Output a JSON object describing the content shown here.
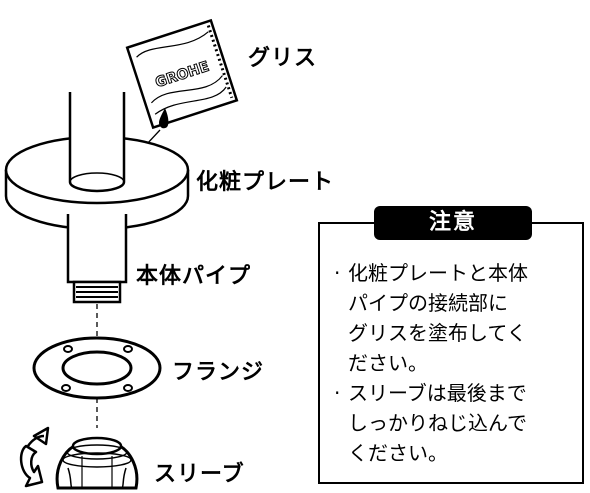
{
  "labels": {
    "grease": "グリス",
    "escutcheon": "化粧プレート",
    "body_pipe": "本体パイプ",
    "flange": "フランジ",
    "sleeve": "スリーブ"
  },
  "packet_brand": "GROHE",
  "caution": {
    "title": "注意",
    "notes": [
      "化粧プレートと本体\nパイプの接続部に\nグリスを塗布してく\nださい。",
      "スリーブは最後まで\nしっかりねじ込んで\nください。"
    ]
  }
}
